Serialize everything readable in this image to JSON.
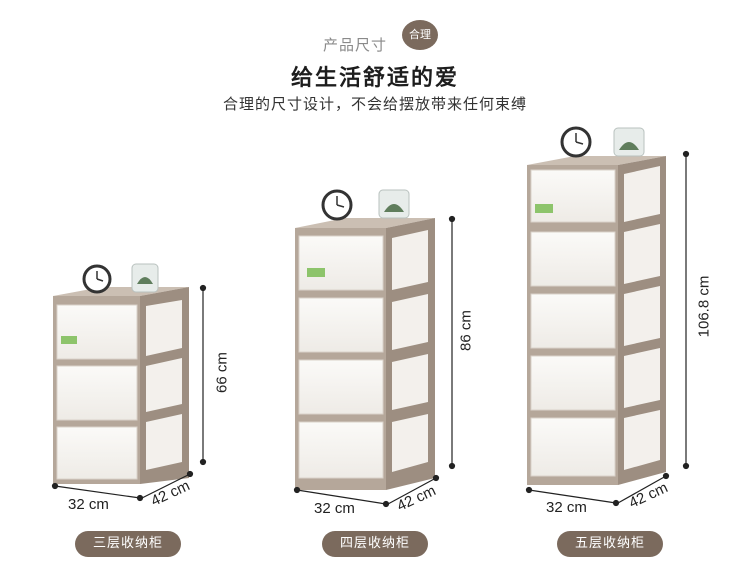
{
  "header": {
    "eyebrow": "产品尺寸",
    "badge": "合理",
    "headline": "给生活舒适的爱",
    "subhead": "合理的尺寸设计，不会给摆放带来任何束缚"
  },
  "products": [
    {
      "label": "三层收纳柜",
      "width": "32 cm",
      "depth": "42 cm",
      "height": "66 cm"
    },
    {
      "label": "四层收纳柜",
      "width": "32 cm",
      "depth": "42 cm",
      "height": "86 cm"
    },
    {
      "label": "五层收纳柜",
      "width": "32 cm",
      "depth": "42 cm",
      "height": "106.8 cm"
    }
  ],
  "colors": {
    "frame": "#b5a79a",
    "frameDark": "#9d8e81",
    "drawer": "#f7f5f2",
    "label": "#7b6a5d"
  }
}
